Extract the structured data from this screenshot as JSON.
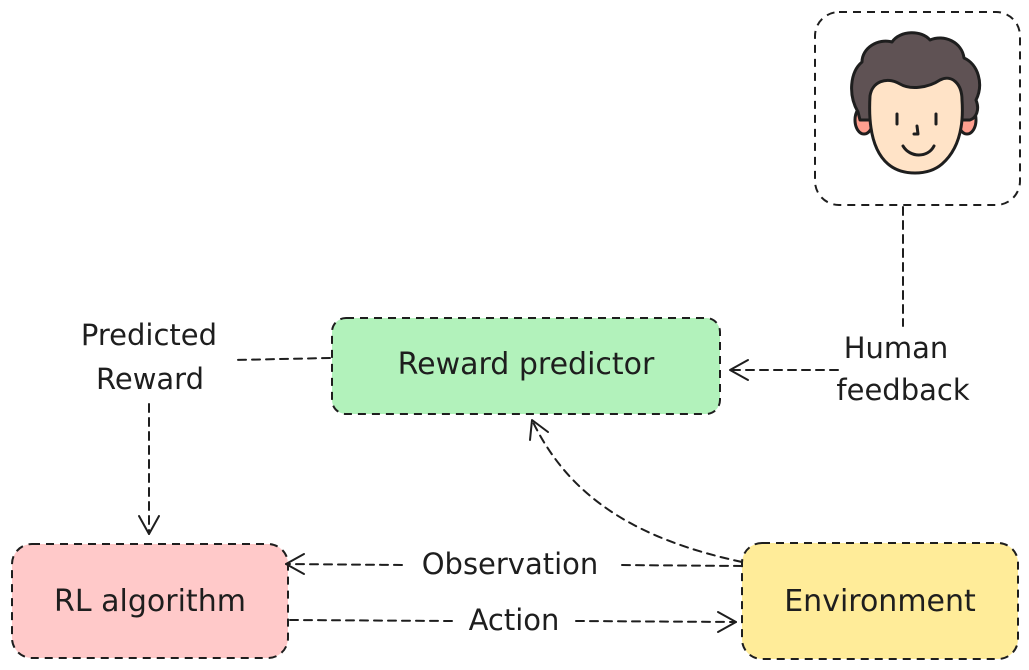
{
  "nodes": {
    "human": {
      "icon": "person-face-icon"
    },
    "reward_predictor": {
      "label": "Reward predictor",
      "fill": "#b2f2bb"
    },
    "rl_algorithm": {
      "label": "RL algorithm",
      "fill": "#ffc9c9"
    },
    "environment": {
      "label": "Environment",
      "fill": "#ffec99"
    }
  },
  "edges": {
    "human_feedback": {
      "line1": "Human",
      "line2": "feedback"
    },
    "predicted_reward": {
      "line1": "Predicted",
      "line2": "Reward"
    },
    "observation": {
      "label": "Observation"
    },
    "action": {
      "label": "Action"
    },
    "env_to_reward": {
      "label": ""
    }
  },
  "colors": {
    "stroke": "#1e1e1e",
    "hair": "#5f5254",
    "skin": "#ffe3c7",
    "ear": "#ff9f8f"
  }
}
